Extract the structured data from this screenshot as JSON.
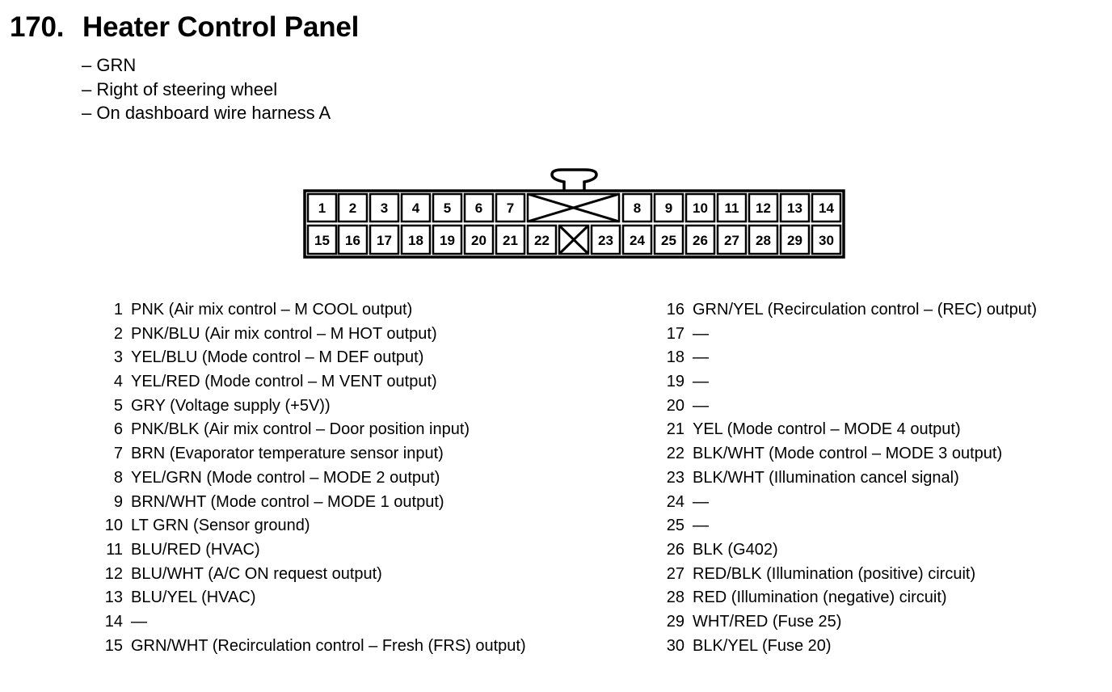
{
  "title": {
    "number": "170.",
    "text": "Heater Control Panel"
  },
  "notes": [
    "GRN",
    "Right of steering wheel",
    "On dashboard wire harness A"
  ],
  "connector": {
    "top_row": [
      "1",
      "2",
      "3",
      "4",
      "5",
      "6",
      "7",
      "8",
      "9",
      "10",
      "11",
      "12",
      "13",
      "14"
    ],
    "bottom_row": [
      "15",
      "16",
      "17",
      "18",
      "19",
      "20",
      "21",
      "22",
      "23",
      "24",
      "25",
      "26",
      "27",
      "28",
      "29",
      "30"
    ]
  },
  "pins_left": [
    {
      "no": "1",
      "desc": "PNK (Air mix control – M COOL output)"
    },
    {
      "no": "2",
      "desc": "PNK/BLU (Air mix control – M HOT output)"
    },
    {
      "no": "3",
      "desc": "YEL/BLU (Mode control – M DEF output)"
    },
    {
      "no": "4",
      "desc": "YEL/RED (Mode control – M VENT output)"
    },
    {
      "no": "5",
      "desc": "GRY (Voltage supply (+5V))"
    },
    {
      "no": "6",
      "desc": "PNK/BLK (Air mix control – Door position input)"
    },
    {
      "no": "7",
      "desc": "BRN (Evaporator temperature sensor input)"
    },
    {
      "no": "8",
      "desc": "YEL/GRN (Mode control – MODE 2 output)"
    },
    {
      "no": "9",
      "desc": "BRN/WHT (Mode control – MODE 1 output)"
    },
    {
      "no": "10",
      "desc": "LT GRN (Sensor ground)"
    },
    {
      "no": "11",
      "desc": "BLU/RED (HVAC)"
    },
    {
      "no": "12",
      "desc": "BLU/WHT (A/C ON request output)"
    },
    {
      "no": "13",
      "desc": "BLU/YEL (HVAC)"
    },
    {
      "no": "14",
      "desc": "—"
    },
    {
      "no": "15",
      "desc": "GRN/WHT (Recirculation control – Fresh (FRS) output)"
    }
  ],
  "pins_right": [
    {
      "no": "16",
      "desc": "GRN/YEL (Recirculation control – (REC) output)"
    },
    {
      "no": "17",
      "desc": "—"
    },
    {
      "no": "18",
      "desc": "—"
    },
    {
      "no": "19",
      "desc": "—"
    },
    {
      "no": "20",
      "desc": "—"
    },
    {
      "no": "21",
      "desc": "YEL (Mode control – MODE 4 output)"
    },
    {
      "no": "22",
      "desc": "BLK/WHT (Mode control – MODE 3 output)"
    },
    {
      "no": "23",
      "desc": "BLK/WHT (Illumination cancel signal)"
    },
    {
      "no": "24",
      "desc": "—"
    },
    {
      "no": "25",
      "desc": "—"
    },
    {
      "no": "26",
      "desc": "BLK (G402)"
    },
    {
      "no": "27",
      "desc": "RED/BLK (Illumination (positive) circuit)"
    },
    {
      "no": "28",
      "desc": "RED (Illumination (negative) circuit)"
    },
    {
      "no": "29",
      "desc": "WHT/RED (Fuse 25)"
    },
    {
      "no": "30",
      "desc": "BLK/YEL (Fuse 20)"
    }
  ]
}
